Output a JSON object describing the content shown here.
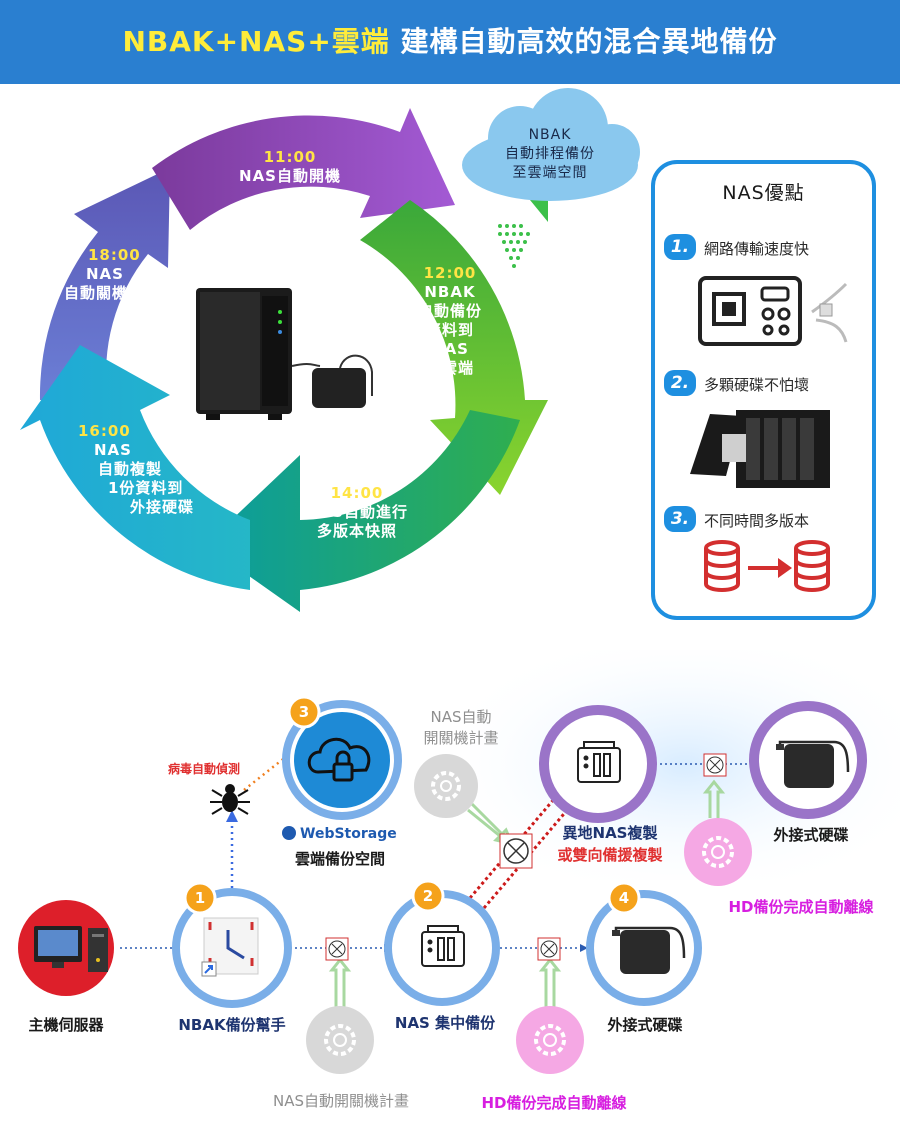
{
  "banner": {
    "title_a": "NBAK+NAS+雲端",
    "title_b": " 建構自動高效的混合異地備份",
    "bg": "#2a7fd0"
  },
  "cycle": {
    "s1100": {
      "time": "11:00",
      "text": "NAS自動開機"
    },
    "s1200": {
      "time": "12:00",
      "l1": "NBAK",
      "l2": "自動備份",
      "l3": "資料到",
      "l4": "NAS",
      "l5": "與雲端"
    },
    "s1400": {
      "time": "14:00",
      "l1": "NAS自動進行",
      "l2": "多版本快照"
    },
    "s1600": {
      "time": "16:00",
      "l1": "NAS",
      "l2": "自動複製",
      "l3": "1份資料到",
      "l4": "外接硬碟"
    },
    "s1800": {
      "time": "18:00",
      "l1": "NAS",
      "l2": "自動關機"
    }
  },
  "cloud": {
    "l1": "NBAK",
    "l2": "自動排程備份",
    "l3": "至雲端空間"
  },
  "panel": {
    "title": "NAS優點",
    "items": [
      {
        "num": "1.",
        "text": "網路傳輸速度快"
      },
      {
        "num": "2.",
        "text": "多顆硬碟不怕壞"
      },
      {
        "num": "3.",
        "text": "不同時間多版本"
      }
    ]
  },
  "flow": {
    "server_label": "主機伺服器",
    "nbak_label": "NBAK備份幫手",
    "nas_label": "NAS 集中備份",
    "hdd_label": "外接式硬碟",
    "remote_label_1": "異地NAS複製",
    "remote_label_2": "或雙向備援複製",
    "remote_hdd_label": "外接式硬碟",
    "cloud_brand": "WebStorage",
    "cloud_label": "雲端備份空間",
    "virus_label": "病毒自動偵測",
    "nas_schedule_top_1": "NAS自動",
    "nas_schedule_top_2": "開關機計畫",
    "nas_schedule_bottom": "NAS自動開關機計畫",
    "hd_offline_bottom": "HD備份完成自動離線",
    "hd_offline_right": "HD備份完成自動離線",
    "badges": [
      "1",
      "2",
      "3",
      "4"
    ]
  },
  "colors": {
    "orange": "#f5a21b",
    "blue_ring": "#7aaee8",
    "purple_ring": "#9a74c8",
    "red": "#e03030",
    "magenta": "#d71ee0"
  }
}
